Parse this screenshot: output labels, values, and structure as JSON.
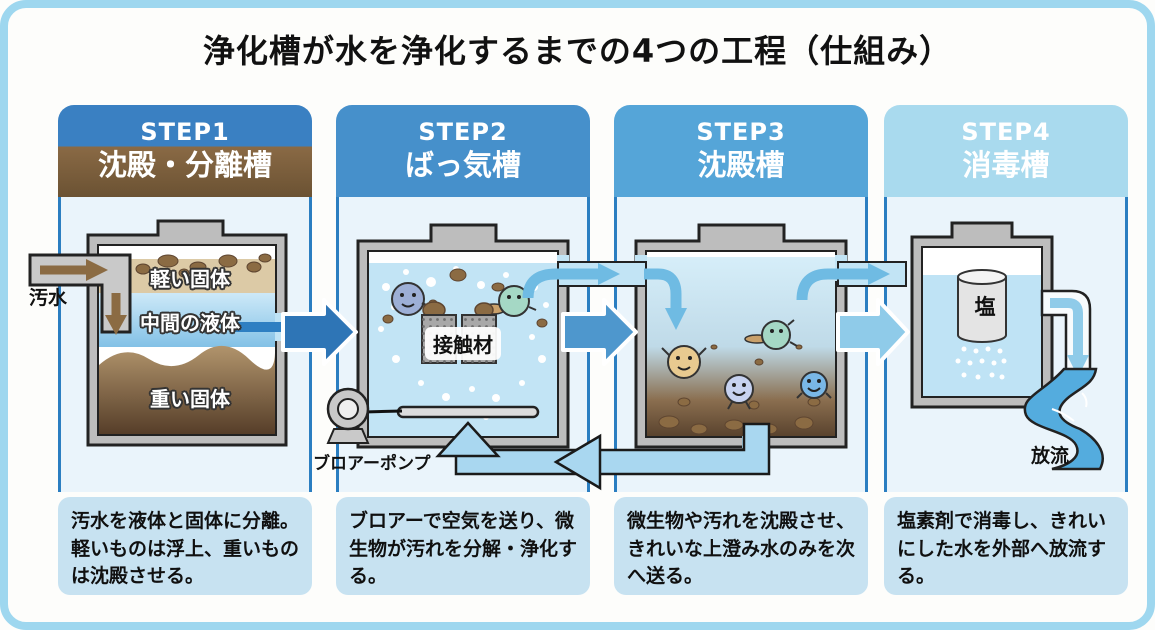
{
  "title": "浄化槽が水を浄化するまでの4つの工程（仕組み）",
  "steps": [
    {
      "step_label": "STEP1",
      "tank_name": "沈殿・分離槽",
      "description": "汚水を液体と固体に分離。軽いものは浮上、重いものは沈殿させる。",
      "labels": {
        "inflow": "汚水",
        "light_solids": "軽い固体",
        "middle_liquid": "中間の液体",
        "heavy_solids": "重い固体"
      }
    },
    {
      "step_label": "STEP2",
      "tank_name": "ばっ気槽",
      "description": "ブロアーで空気を送り、微生物が汚れを分解・浄化する。",
      "labels": {
        "contact_material": "接触材",
        "blower_pump": "ブロアーポンプ"
      }
    },
    {
      "step_label": "STEP3",
      "tank_name": "沈殿槽",
      "description": "微生物や汚れを沈殿させ、きれいな上澄み水のみを次へ送る。"
    },
    {
      "step_label": "STEP4",
      "tank_name": "消毒槽",
      "description": "塩素剤で消毒し、きれいにした水を外部へ放流する。",
      "labels": {
        "salt": "塩",
        "discharge": "放流"
      }
    }
  ],
  "colors": {
    "frame_border": "#9ED7EF",
    "step1_header_top": "#3A80C2",
    "step1_header_bottom": "#7A5C39",
    "step2_header": "#4690CB",
    "step3_header": "#55A5D8",
    "step4_header": "#A9DAEE",
    "panel_body_bg": "#EAF4FB",
    "panel_body_border": "#2B7EC1",
    "description_bg": "#C7E2F1",
    "arrow_step1_to_2": "#2E75B6",
    "arrow_step2_to_3": "#4E97CD",
    "arrow_step3_to_4": "#8FCBE9",
    "water": "#C2E4F5",
    "sludge_brown": "#6B4F33",
    "return_pipe": "#A9D7F0"
  }
}
